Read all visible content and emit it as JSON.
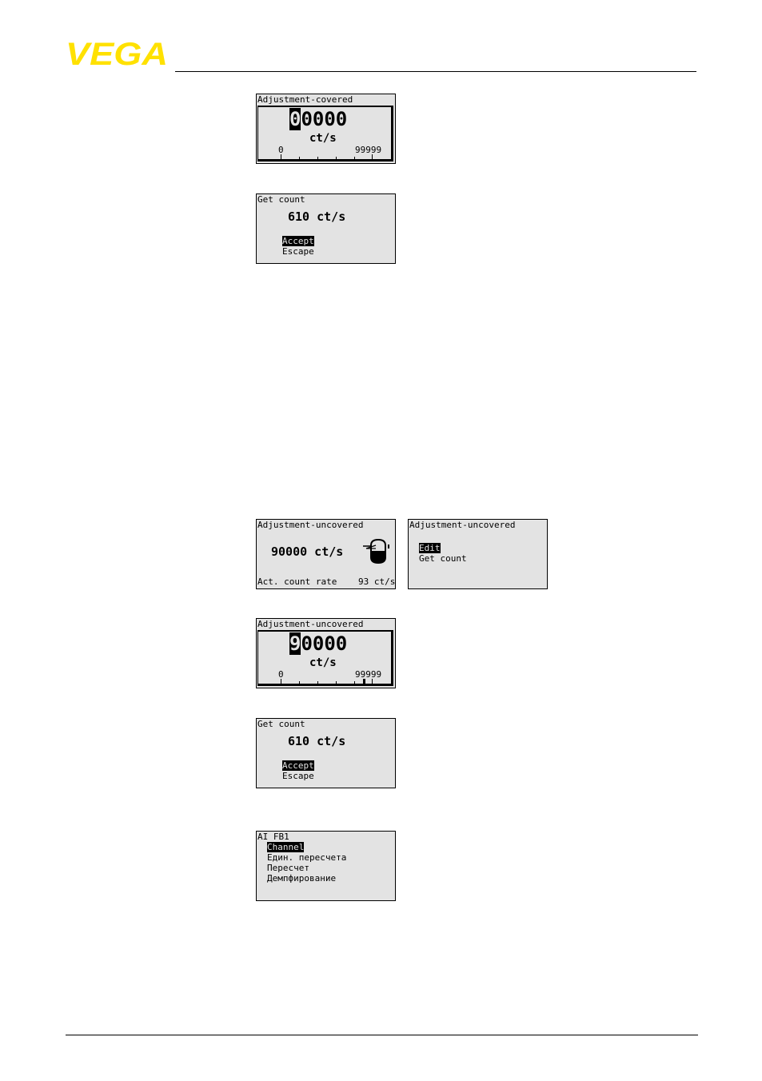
{
  "brand": {
    "logo_text": "VEGA",
    "color": "#FFE100"
  },
  "screen1": {
    "title": "Adjustment-covered",
    "digit_cursor": "0",
    "digit_rest": "0000",
    "unit": "ct/s",
    "scale_min": "0",
    "scale_max": "99999",
    "scale_level": 0.0
  },
  "screen2": {
    "title": "Get count",
    "value": "610 ct/s",
    "option_selected": "Accept",
    "option_other": "Escape"
  },
  "screen3": {
    "title": "Adjustment-uncovered",
    "value": "90000 ct/s",
    "status_label": "Act. count rate",
    "status_value": "93 ct/s",
    "icon": "tank-icon"
  },
  "screen4": {
    "title": "Adjustment-uncovered",
    "option_selected": "Edit",
    "option_other": "Get count"
  },
  "screen5": {
    "title": "Adjustment-uncovered",
    "digit_cursor": "9",
    "digit_rest": "0000",
    "unit": "ct/s",
    "scale_min": "0",
    "scale_max": "99999",
    "scale_level": 0.9
  },
  "screen6": {
    "title": "Get count",
    "value": "610 ct/s",
    "option_selected": "Accept",
    "option_other": "Escape"
  },
  "screen7": {
    "title": "AI FB1",
    "items": [
      "Channel",
      "Един. пересчета",
      "Пересчет",
      "Демпфирование"
    ]
  }
}
